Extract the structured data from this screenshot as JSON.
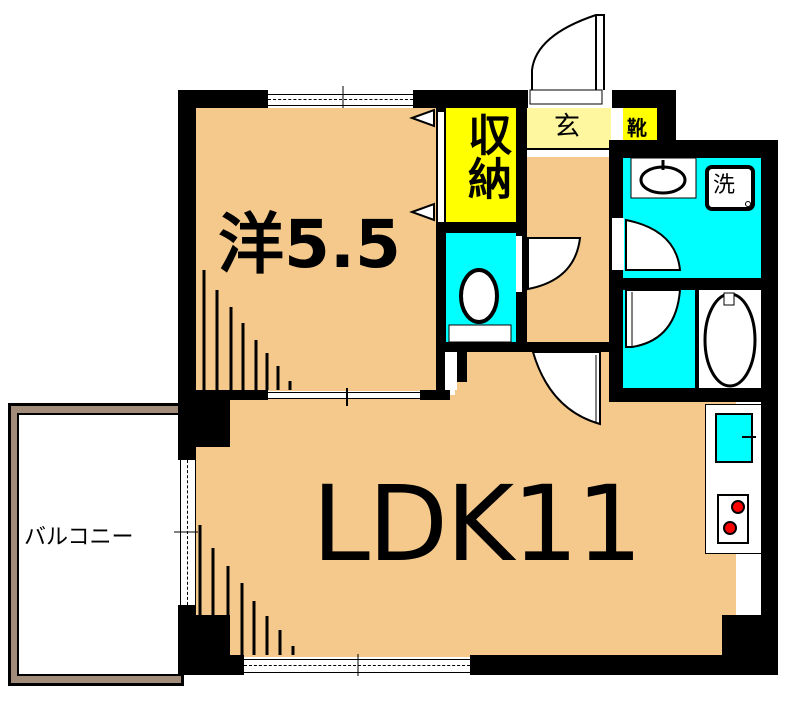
{
  "floor_plan": {
    "rooms": {
      "western_room": {
        "label": "洋5.5",
        "type": "洋室",
        "size_jo": "5.5"
      },
      "ldk": {
        "label": "LDK11",
        "type": "LDK",
        "size_jo": "11"
      },
      "storage": {
        "label": "収納"
      },
      "entrance": {
        "label": "玄"
      },
      "shoe_box": {
        "label": "靴"
      },
      "washer": {
        "label": "洗"
      },
      "balcony": {
        "label": "バルコニー"
      }
    },
    "colors": {
      "floor": "#f5c98c",
      "wet_area": "#00ffff",
      "storage": "#ffff00",
      "entrance": "#fff6a0",
      "wall": "#000000",
      "balcony_border": "#a08c78",
      "stove_burner": "#ff0000"
    }
  }
}
